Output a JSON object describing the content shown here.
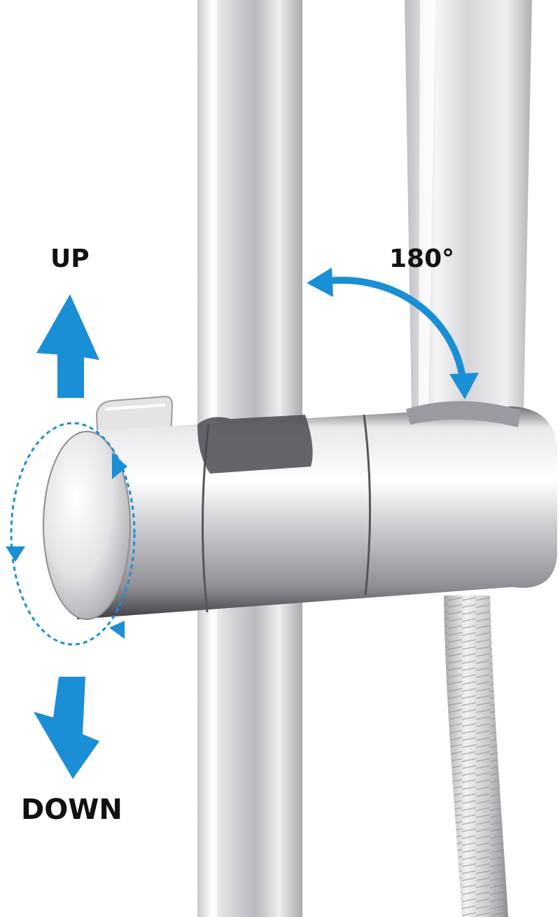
{
  "labels": {
    "up": "UP",
    "down": "DOWN",
    "rotation": "180°"
  },
  "colors": {
    "accent": "#1a8fd6",
    "label_text": "#111111",
    "chrome_light": "#f4f4f5",
    "chrome_mid": "#cfcfd3",
    "chrome_dark": "#8a8a90",
    "background": "#ffffff"
  },
  "icons": [
    "up-arrow-icon",
    "down-arrow-icon",
    "rotation-180-arc-icon",
    "rotation-dashed-circle-icon"
  ]
}
